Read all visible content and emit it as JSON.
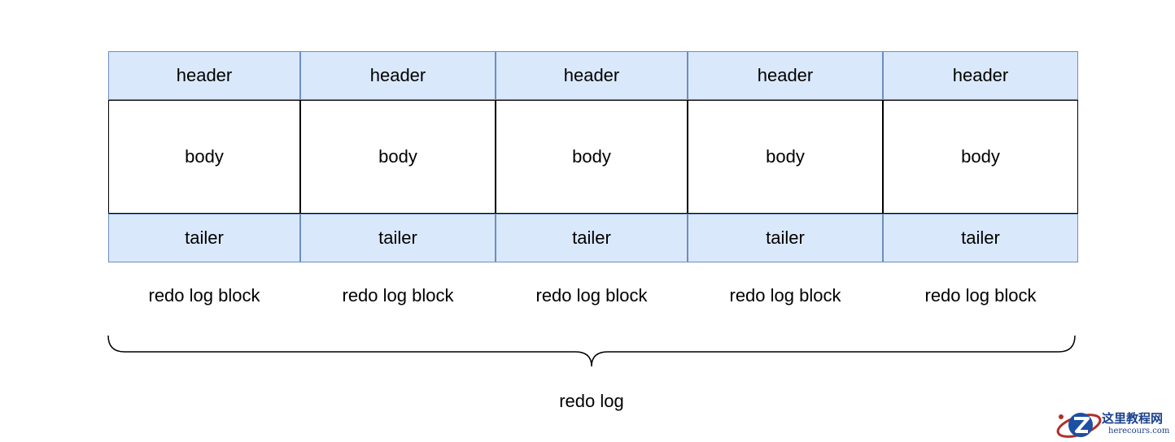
{
  "blocks": [
    {
      "header": "header",
      "body": "body",
      "tailer": "tailer",
      "caption": "redo log block"
    },
    {
      "header": "header",
      "body": "body",
      "tailer": "tailer",
      "caption": "redo log block"
    },
    {
      "header": "header",
      "body": "body",
      "tailer": "tailer",
      "caption": "redo log block"
    },
    {
      "header": "header",
      "body": "body",
      "tailer": "tailer",
      "caption": "redo log block"
    },
    {
      "header": "header",
      "body": "body",
      "tailer": "tailer",
      "caption": "redo log block"
    }
  ],
  "group_label": "redo log",
  "colors": {
    "header_fill": "#dae8fc",
    "header_stroke": "#6c8ebf",
    "body_stroke": "#000000"
  },
  "watermark": {
    "title": "这里教程网",
    "url": "herecours.com",
    "logo_icon": "z-logo-icon"
  }
}
